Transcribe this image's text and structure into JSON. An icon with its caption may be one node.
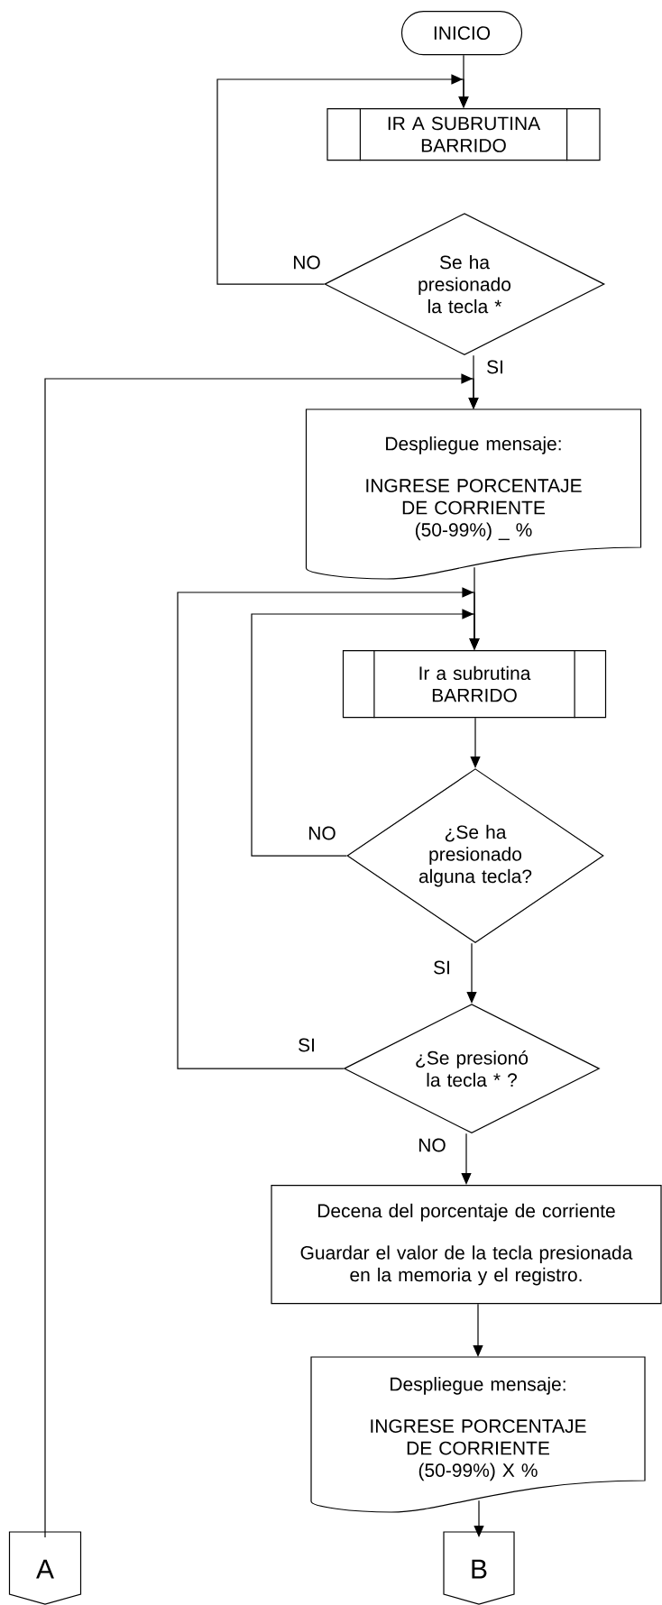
{
  "diagram": {
    "nodes": [
      {
        "text": [
          "INICIO"
        ]
      },
      {
        "text": [
          "IR A SUBRUTINA BARRIDO"
        ]
      },
      {
        "text": [
          "Se ha presionado la tecla *"
        ]
      },
      {
        "text": [
          "Despliegue mensaje:",
          "INGRESE PORCENTAJE DE CORRIENTE (50-99%) _ %"
        ]
      },
      {
        "text": [
          "Ir a subrutina BARRIDO"
        ]
      },
      {
        "text": [
          "¿Se ha presionado alguna tecla?"
        ]
      },
      {
        "text": [
          "¿Se presionó la tecla * ?"
        ]
      },
      {
        "text": [
          "Decena del porcentaje de corriente",
          "Guardar el valor de la tecla presionada en la memoria y el registro."
        ]
      },
      {
        "text": [
          "Despliegue mensaje:",
          "INGRESE PORCENTAJE DE CORRIENTE (50-99%) X %"
        ]
      },
      {
        "text": [
          "A"
        ]
      },
      {
        "text": [
          "B"
        ]
      }
    ],
    "edges": [
      {
        "from": 0,
        "to": 1,
        "arrow": "to"
      },
      {
        "from": 2,
        "to": 1,
        "arrow": "to",
        "label": "NO"
      },
      {
        "from": 2,
        "to": 3,
        "arrow": "to",
        "label": "SI"
      },
      {
        "from": 9,
        "to": 3,
        "arrow": "to"
      },
      {
        "from": 3,
        "to": 4,
        "arrow": "to"
      },
      {
        "from": 4,
        "to": 5,
        "arrow": "to"
      },
      {
        "from": 5,
        "to": 4,
        "arrow": "to",
        "label": "NO"
      },
      {
        "from": 5,
        "to": 6,
        "arrow": "to",
        "label": "SI"
      },
      {
        "from": 6,
        "to": 4,
        "arrow": "to",
        "label": "SI"
      },
      {
        "from": 6,
        "to": 7,
        "arrow": "to",
        "label": "NO"
      },
      {
        "from": 7,
        "to": 8,
        "arrow": "to"
      },
      {
        "from": 8,
        "to": 10,
        "arrow": "to"
      }
    ]
  }
}
